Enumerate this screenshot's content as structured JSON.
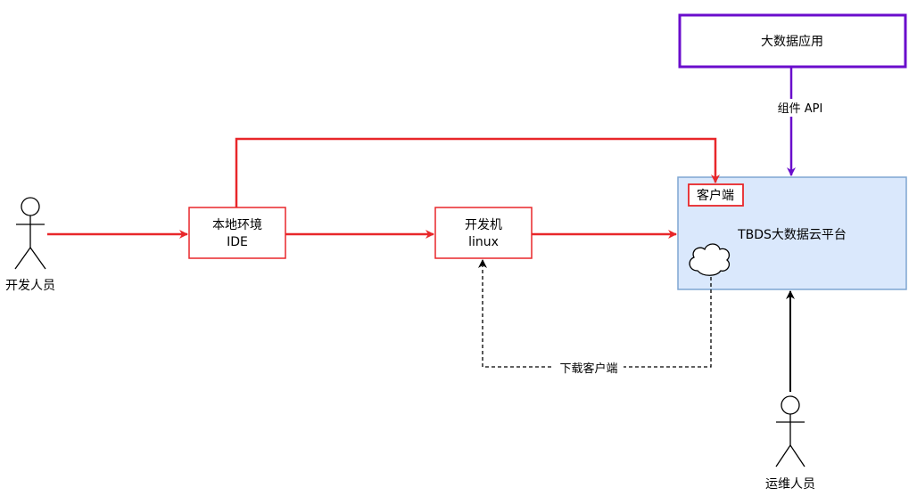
{
  "nodes": {
    "big_data_app": "大数据应用",
    "local_ide_line1": "本地环境",
    "local_ide_line2": "IDE",
    "dev_machine_line1": "开发机",
    "dev_machine_line2": "linux",
    "platform": "TBDS大数据云平台",
    "client_box": "客户端"
  },
  "actors": {
    "developer": "开发人员",
    "ops": "运维人员"
  },
  "edges": {
    "component_api": "组件 API",
    "download_client": "下载客户端"
  },
  "colors": {
    "red": "#e8272a",
    "purple": "#6a0dcc",
    "platform_fill": "#dae8fc",
    "platform_stroke": "#7ea6d2",
    "black": "#000000"
  }
}
